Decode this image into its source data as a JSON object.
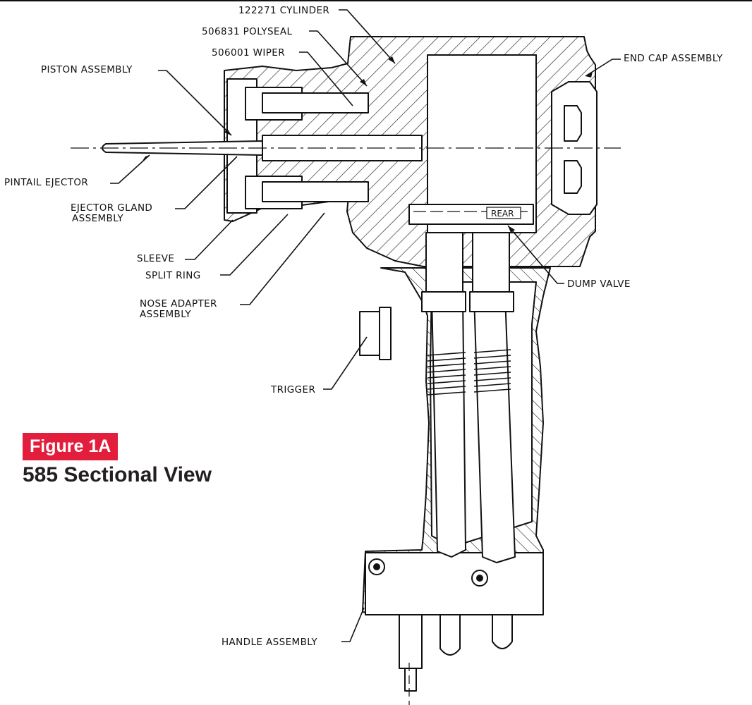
{
  "figure": {
    "badge": "Figure 1A",
    "title": "585 Sectional View",
    "badge_color": "#e31d3c"
  },
  "callouts": {
    "cylinder": "122271 CYLINDER",
    "polyseal": "506831 POLYSEAL",
    "wiper": "506001 WIPER",
    "end_cap": "END CAP ASSEMBLY",
    "piston": "PISTON ASSEMBLY",
    "pintail_ejector": "PINTAIL EJECTOR",
    "ejector_gland_line1": "EJECTOR GLAND",
    "ejector_gland_line2": "ASSEMBLY",
    "sleeve": "SLEEVE",
    "split_ring": "SPLIT RING",
    "nose_adapter_line1": "NOSE ADAPTER",
    "nose_adapter_line2": "ASSEMBLY",
    "dump_valve": "DUMP VALVE",
    "trigger": "TRIGGER",
    "handle": "HANDLE ASSEMBLY",
    "rear": "REAR"
  }
}
